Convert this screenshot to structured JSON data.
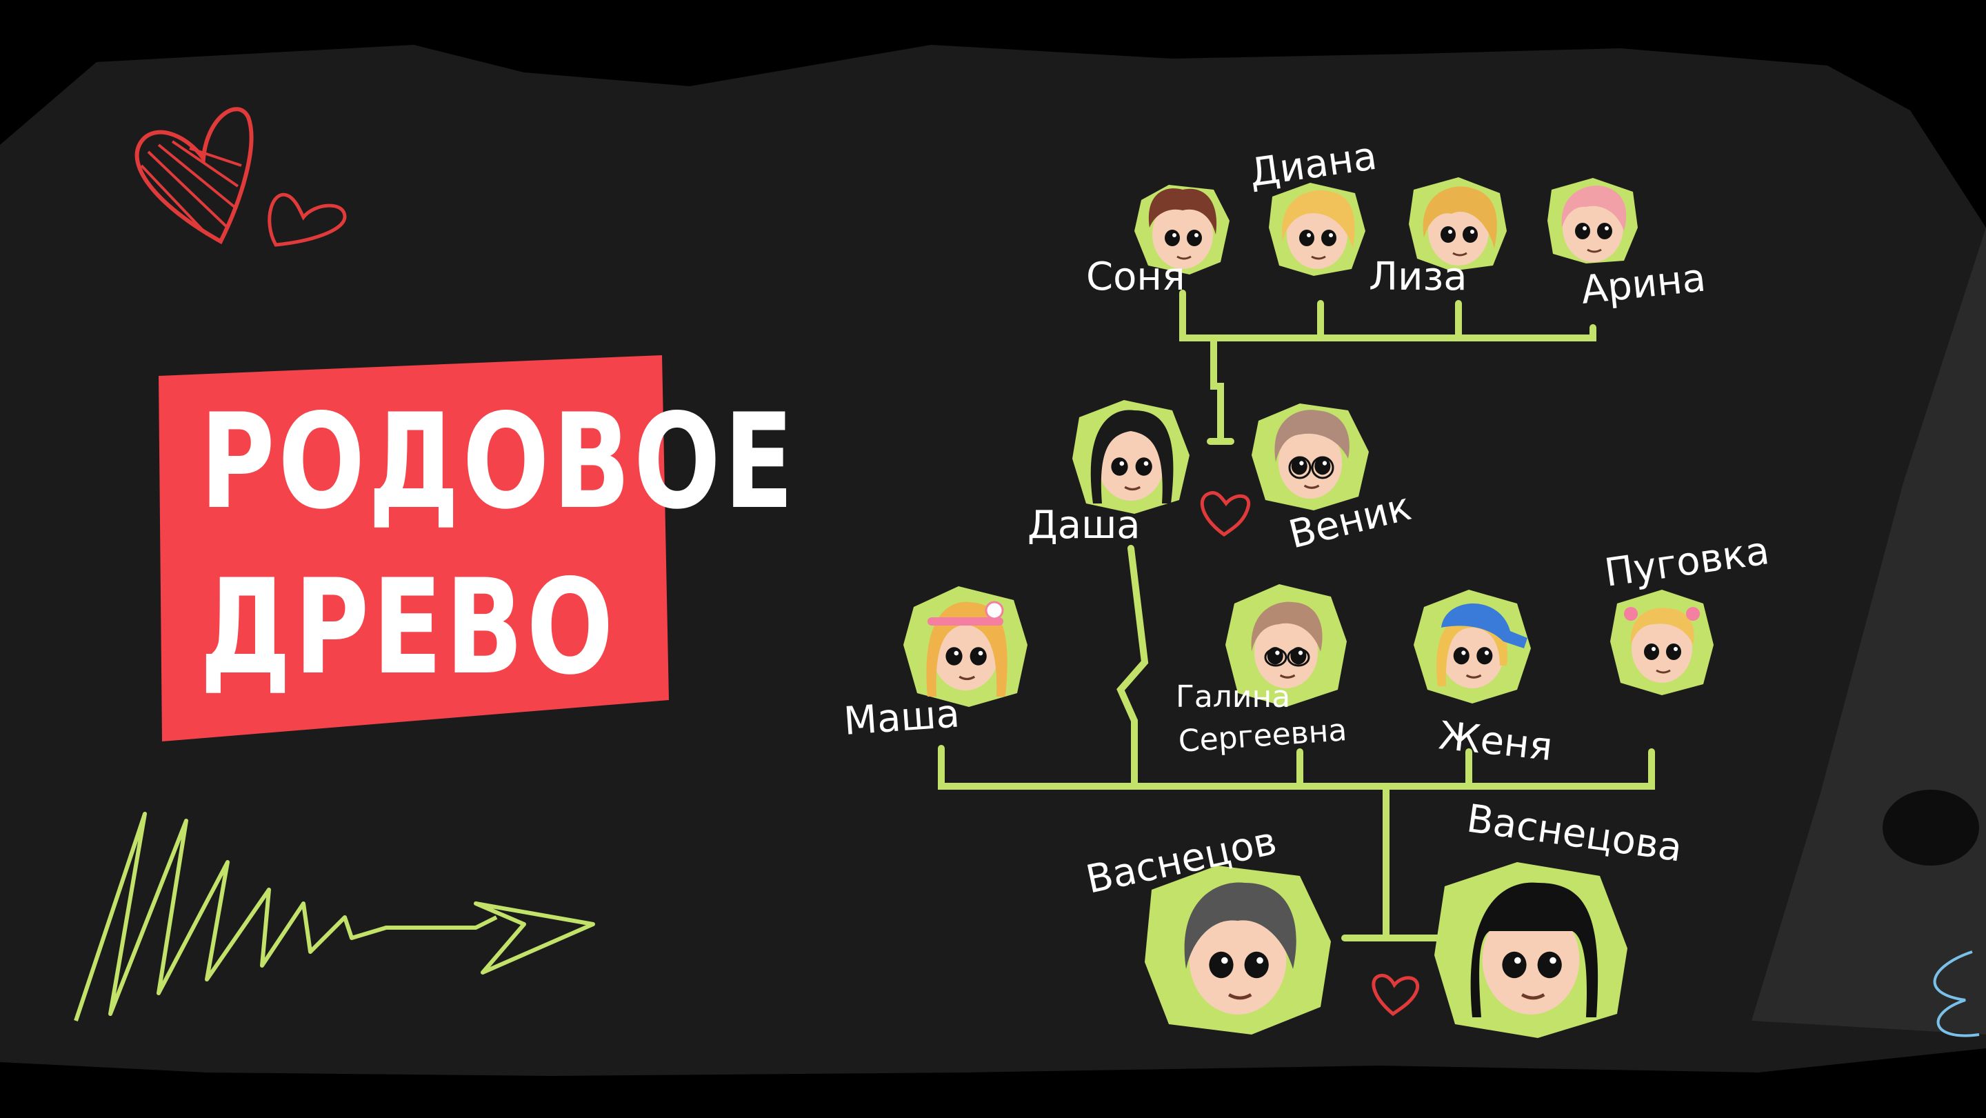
{
  "title": {
    "line1": "РОДОВОЕ",
    "line2": "ДРЕВО"
  },
  "colors": {
    "background": "#1a1a1a",
    "accent_red": "#f4434b",
    "accent_green": "#c3e26a",
    "line_green": "#c3e26a",
    "heart_red": "#e03a3a",
    "text_white": "#ffffff"
  },
  "people": [
    {
      "id": "sonya",
      "name": "Соня",
      "generation": 1,
      "hair": "#7a3b2a",
      "icon": "curly-brown-hair-avatar"
    },
    {
      "id": "diana",
      "name": "Диана",
      "generation": 1,
      "hair": "#f2c25a",
      "icon": "blonde-hair-avatar"
    },
    {
      "id": "liza",
      "name": "Лиза",
      "generation": 1,
      "hair": "#eab24a",
      "icon": "blonde-hair-avatar"
    },
    {
      "id": "arina",
      "name": "Арина",
      "generation": 1,
      "hair": "#f2a0a8",
      "icon": "pink-braids-avatar"
    },
    {
      "id": "dasha",
      "name": "Даша",
      "generation": 2,
      "hair": "#1a1a1a",
      "icon": "black-hair-avatar"
    },
    {
      "id": "venik",
      "name": "Веник",
      "generation": 2,
      "hair": "#b08a7a",
      "icon": "brown-hair-glasses-avatar"
    },
    {
      "id": "masha",
      "name": "Маша",
      "generation": 3,
      "hair": "#f0b24a",
      "icon": "blonde-flower-avatar"
    },
    {
      "id": "galina",
      "name": "Галина Сергеевна",
      "generation": 3,
      "hair": "#b58a72",
      "icon": "braids-avatar"
    },
    {
      "id": "zhenya",
      "name": "Женя",
      "generation": 3,
      "hair": "#f0c050",
      "icon": "cap-avatar"
    },
    {
      "id": "pugovka",
      "name": "Пуговка",
      "generation": 3,
      "hair": "#f2c25a",
      "icon": "pigtails-avatar"
    },
    {
      "id": "vasnetsov",
      "name": "Васнецов",
      "generation": 4,
      "hair": "#555555",
      "icon": "grey-hair-avatar"
    },
    {
      "id": "vasnetsova",
      "name": "Васнецова",
      "generation": 4,
      "hair": "#111111",
      "icon": "black-bangs-avatar"
    }
  ],
  "labels": {
    "sonya": "Соня",
    "diana": "Диана",
    "liza": "Лиза",
    "arina": "Арина",
    "dasha": "Даша",
    "venik": "Веник",
    "masha": "Маша",
    "galina_1": "Галина",
    "galina_2": "Сергеевна",
    "zhenya": "Женя",
    "pugovka": "Пуговка",
    "vasnetsov": "Васнецов",
    "vasnetsova": "Васнецова"
  }
}
